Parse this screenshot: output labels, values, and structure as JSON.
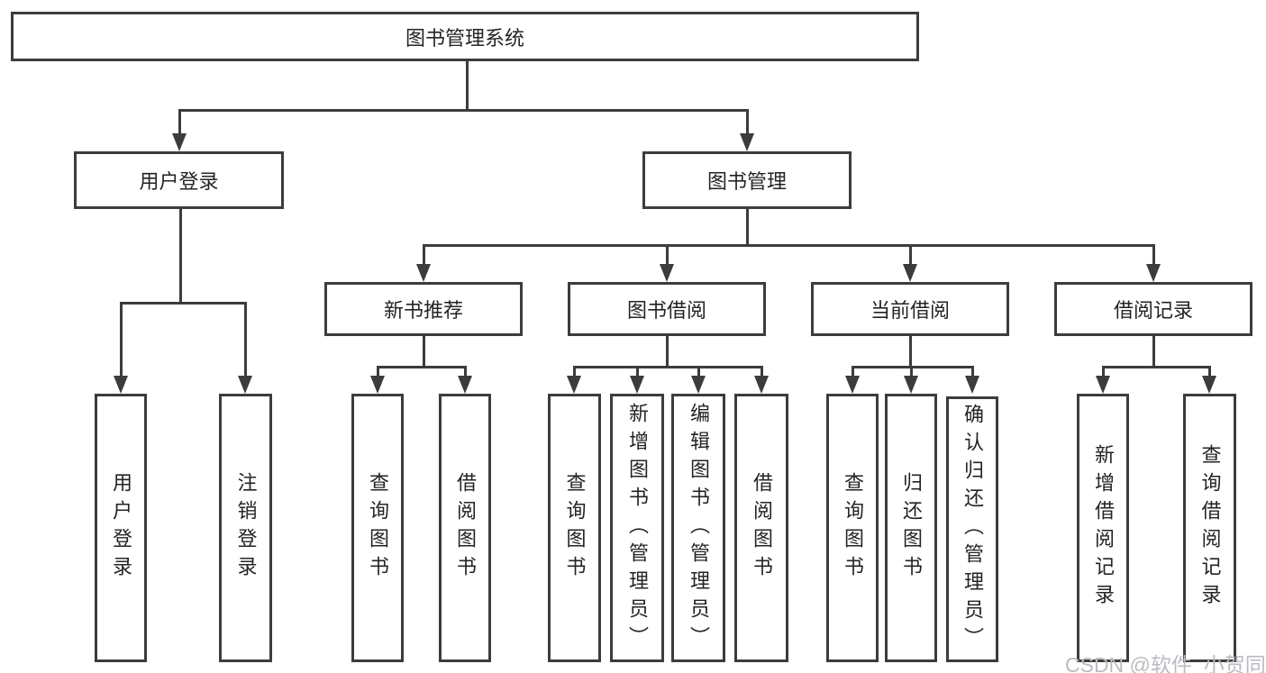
{
  "diagram": {
    "root": {
      "label": "图书管理系统"
    },
    "level2": [
      {
        "label": "用户登录"
      },
      {
        "label": "图书管理"
      }
    ],
    "level3": [
      {
        "label": "新书推荐"
      },
      {
        "label": "图书借阅"
      },
      {
        "label": "当前借阅"
      },
      {
        "label": "借阅记录"
      }
    ],
    "leaves": {
      "user_login": [
        "用户登录",
        "注销登录"
      ],
      "new_book_recommend": [
        "查询图书",
        "借阅图书"
      ],
      "book_borrow": [
        "查询图书",
        "新增图书（管理员）",
        "编辑图书（管理员）",
        "借阅图书"
      ],
      "current_borrow": [
        "查询图书",
        "归还图书",
        "确认归还（管理员）"
      ],
      "borrow_records": [
        "新增借阅记录",
        "查询借阅记录"
      ]
    }
  },
  "watermark": "CSDN @软件_小贺同学",
  "colors": {
    "line": "#3c3c3c",
    "text": "#242424",
    "watermark": "#b9bcc1",
    "background": "#ffffff"
  }
}
